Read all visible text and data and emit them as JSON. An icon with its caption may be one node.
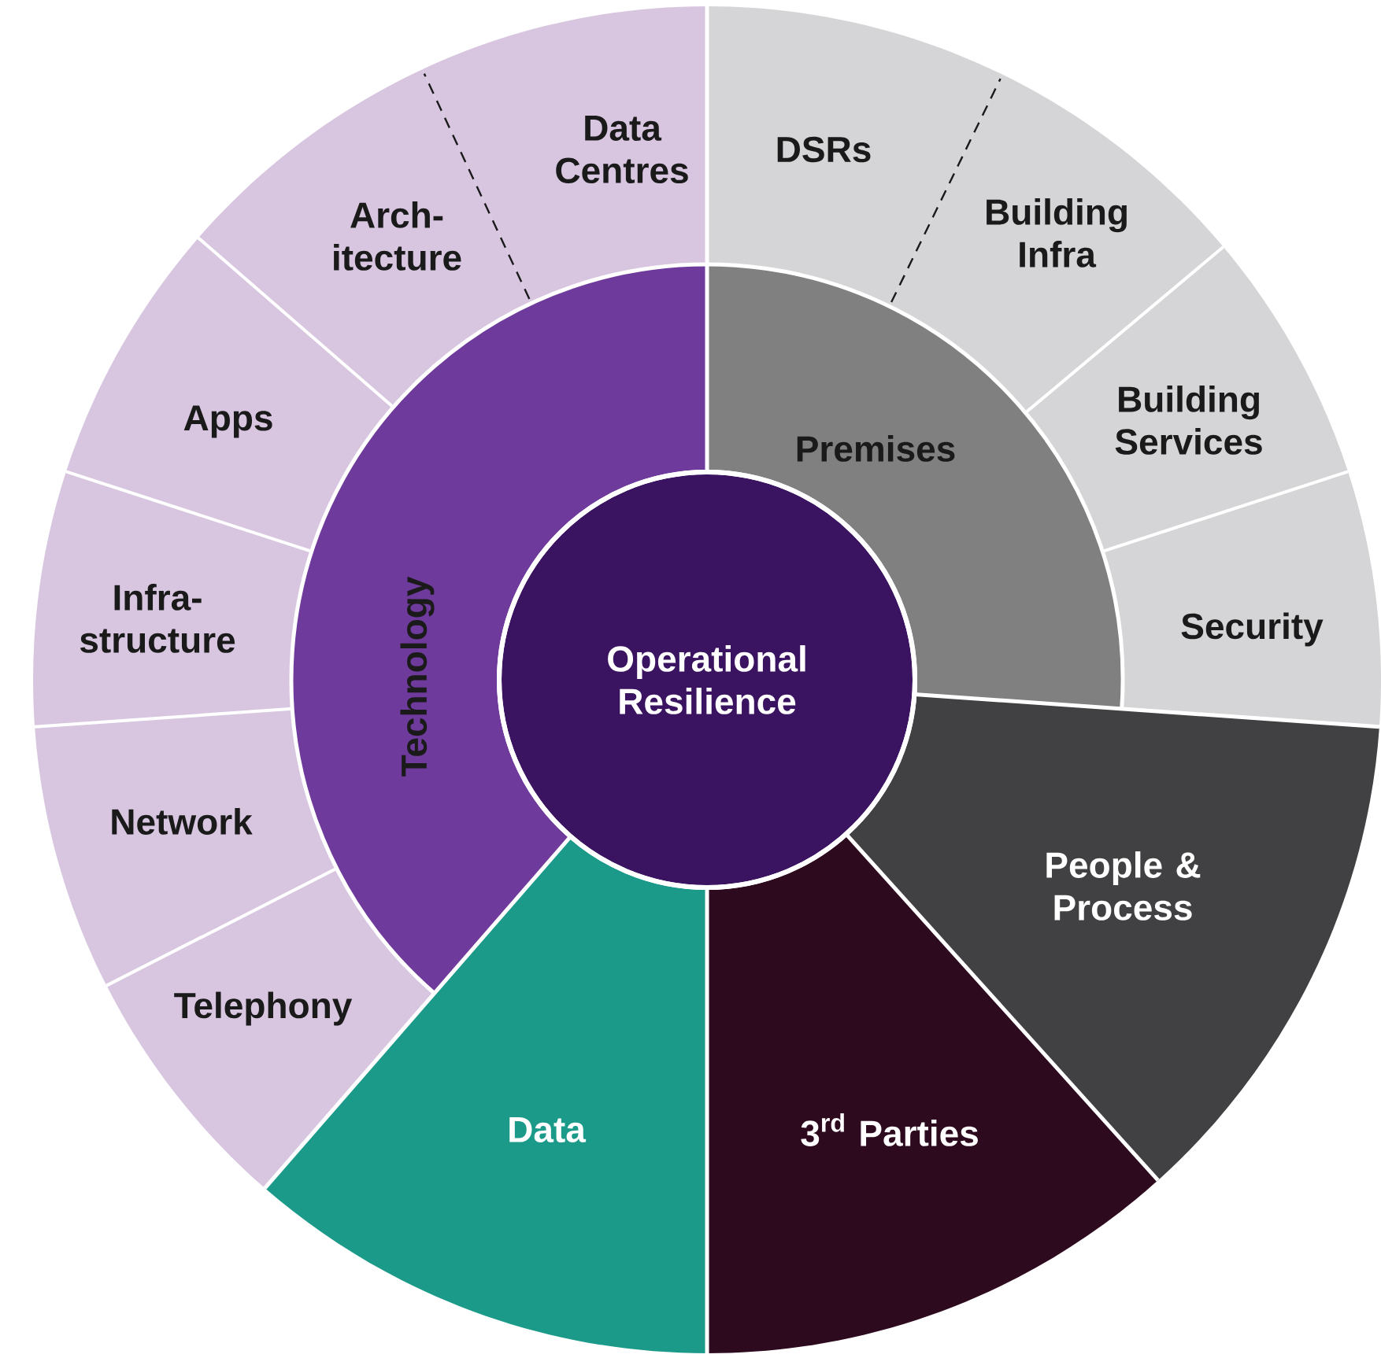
{
  "diagram": {
    "nodes": [
      {
        "text": [
          "Operational Resilience"
        ]
      },
      {
        "text": [
          "Technology"
        ]
      },
      {
        "text": [
          "Data Centres"
        ]
      },
      {
        "text": [
          "Arch-itecture"
        ]
      },
      {
        "text": [
          "Apps"
        ]
      },
      {
        "text": [
          "Infra-structure"
        ]
      },
      {
        "text": [
          "Network"
        ]
      },
      {
        "text": [
          "Telephony"
        ]
      },
      {
        "text": [
          "Premises"
        ]
      },
      {
        "text": [
          "DSRs"
        ]
      },
      {
        "text": [
          "Building Infra"
        ]
      },
      {
        "text": [
          "Building Services"
        ]
      },
      {
        "text": [
          "Security"
        ]
      },
      {
        "text": [
          "Data"
        ]
      },
      {
        "text": [
          "3$^{rd}$ Parties"
        ]
      },
      {
        "text": [
          "People & Process"
        ]
      }
    ]
  }
}
